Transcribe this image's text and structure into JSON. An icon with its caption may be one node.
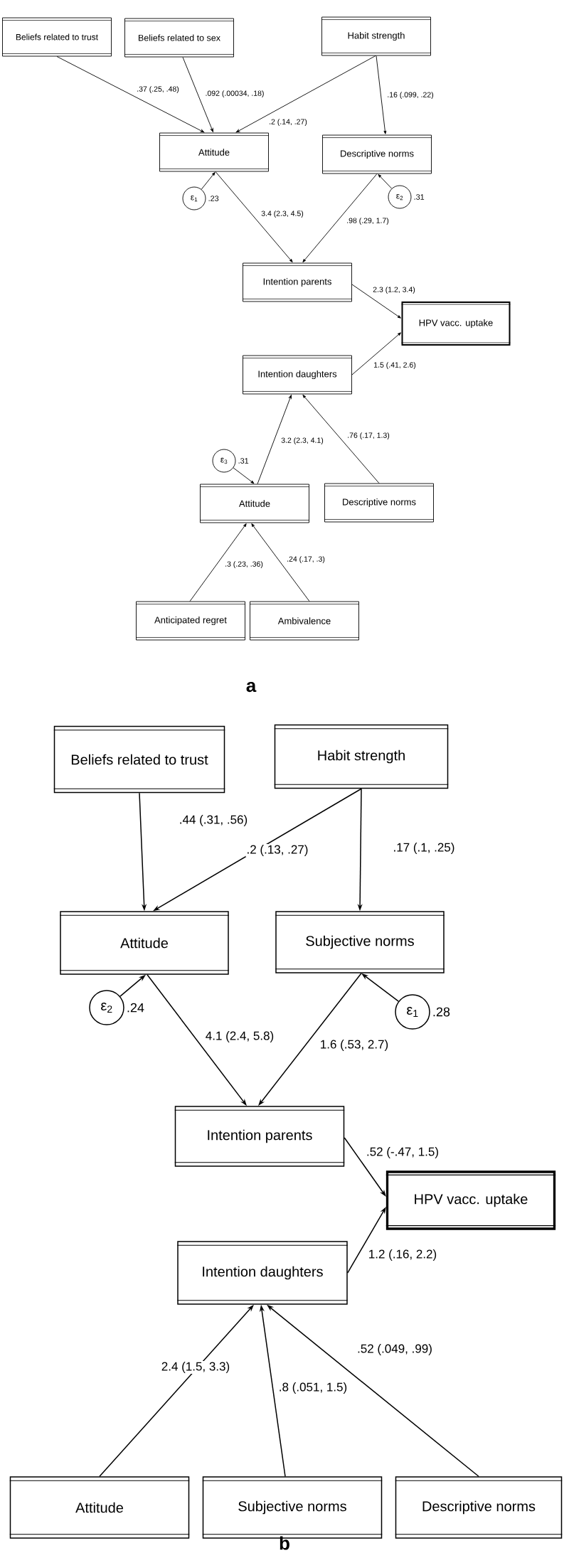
{
  "diagram": {
    "nodes": [
      {
        "text": [
          "Beliefs related to trust"
        ]
      },
      {
        "text": [
          "Beliefs related to sex"
        ]
      },
      {
        "text": [
          "Habit strength"
        ]
      },
      {
        "text": [
          "Attitude"
        ]
      },
      {
        "text": [
          "Descriptive norms"
        ]
      },
      {
        "text": [
          "ε$_{1}$"
        ],
        "beside": [
          ".23"
        ]
      },
      {
        "text": [
          "ε$_{2}$"
        ],
        "beside": [
          ".31"
        ]
      },
      {
        "text": [
          "Intention parents"
        ]
      },
      {
        "text": [
          "HPV vacc. uptake"
        ]
      },
      {
        "text": [
          "Intention daughters"
        ]
      },
      {
        "text": [
          "ε$_{3}$"
        ],
        "beside": [
          ".31"
        ]
      },
      {
        "text": [
          "Attitude"
        ]
      },
      {
        "text": [
          "Descriptive norms"
        ]
      },
      {
        "text": [
          "Anticipated regret"
        ]
      },
      {
        "text": [
          "Ambivalence"
        ]
      },
      {
        "text": [
          "Beliefs related to trust"
        ]
      },
      {
        "text": [
          "Habit strength"
        ]
      },
      {
        "text": [
          "Attitude"
        ]
      },
      {
        "text": [
          "Subjective norms"
        ]
      },
      {
        "text": [
          "ε$_{2}$"
        ],
        "beside": [
          ".24"
        ]
      },
      {
        "text": [
          "ε$_{1}$"
        ],
        "beside": [
          ".28"
        ]
      },
      {
        "text": [
          "Intention parents"
        ]
      },
      {
        "text": [
          "HPV vacc. uptake"
        ]
      },
      {
        "text": [
          "Intention daughters"
        ]
      },
      {
        "text": [
          "Attitude"
        ]
      },
      {
        "text": [
          "Subjective norms"
        ]
      },
      {
        "text": [
          "Descriptive norms"
        ]
      }
    ],
    "edges": [
      {
        "from": 0,
        "to": 3,
        "arrow": "to",
        "label": ".37 (.25, .48)"
      },
      {
        "from": 1,
        "to": 3,
        "arrow": "to",
        "label": ".092 (.00034, .18)"
      },
      {
        "from": 2,
        "to": 3,
        "arrow": "to",
        "label": ".2 (.14, .27)"
      },
      {
        "from": 2,
        "to": 4,
        "arrow": "to",
        "label": ".16 (.099, .22)"
      },
      {
        "from": 5,
        "to": 3,
        "arrow": "to"
      },
      {
        "from": 6,
        "to": 4,
        "arrow": "to"
      },
      {
        "from": 3,
        "to": 7,
        "arrow": "to",
        "label": "3.4 (2.3, 4.5)"
      },
      {
        "from": 4,
        "to": 7,
        "arrow": "to",
        "label": ".98 (.29, 1.7)"
      },
      {
        "from": 7,
        "to": 8,
        "arrow": "to",
        "label": "2.3 (1.2, 3.4)"
      },
      {
        "from": 9,
        "to": 8,
        "arrow": "to",
        "label": "1.5 (.41, 2.6)"
      },
      {
        "from": 11,
        "to": 9,
        "arrow": "to",
        "label": "3.2 (2.3, 4.1)"
      },
      {
        "from": 12,
        "to": 9,
        "arrow": "to",
        "label": ".76 (.17, 1.3)"
      },
      {
        "from": 10,
        "to": 11,
        "arrow": "to"
      },
      {
        "from": 13,
        "to": 11,
        "arrow": "to",
        "label": ".3 (.23, .36)"
      },
      {
        "from": 14,
        "to": 11,
        "arrow": "to",
        "label": ".24 (.17, .3)"
      },
      {
        "from": 15,
        "to": 17,
        "arrow": "to",
        "label": ".44 (.31, .56)"
      },
      {
        "from": 16,
        "to": 17,
        "arrow": "to",
        "label": ".2 (.13, .27)"
      },
      {
        "from": 16,
        "to": 18,
        "arrow": "to",
        "label": ".17 (.1, .25)"
      },
      {
        "from": 19,
        "to": 17,
        "arrow": "to"
      },
      {
        "from": 20,
        "to": 18,
        "arrow": "to"
      },
      {
        "from": 17,
        "to": 21,
        "arrow": "to",
        "label": "4.1 (2.4, 5.8)"
      },
      {
        "from": 18,
        "to": 21,
        "arrow": "to",
        "label": "1.6 (.53, 2.7)"
      },
      {
        "from": 21,
        "to": 22,
        "arrow": "to",
        "label": ".52 (-.47, 1.5)"
      },
      {
        "from": 23,
        "to": 22,
        "arrow": "to",
        "label": "1.2 (.16, 2.2)"
      },
      {
        "from": 24,
        "to": 23,
        "arrow": "to",
        "label": "2.4 (1.5, 3.3)"
      },
      {
        "from": 25,
        "to": 23,
        "arrow": "to",
        "label": ".8 (.051, 1.5)"
      },
      {
        "from": 26,
        "to": 23,
        "arrow": "to",
        "label": ".52 (.049, .99)"
      }
    ],
    "labels": [
      "a",
      "b"
    ]
  }
}
